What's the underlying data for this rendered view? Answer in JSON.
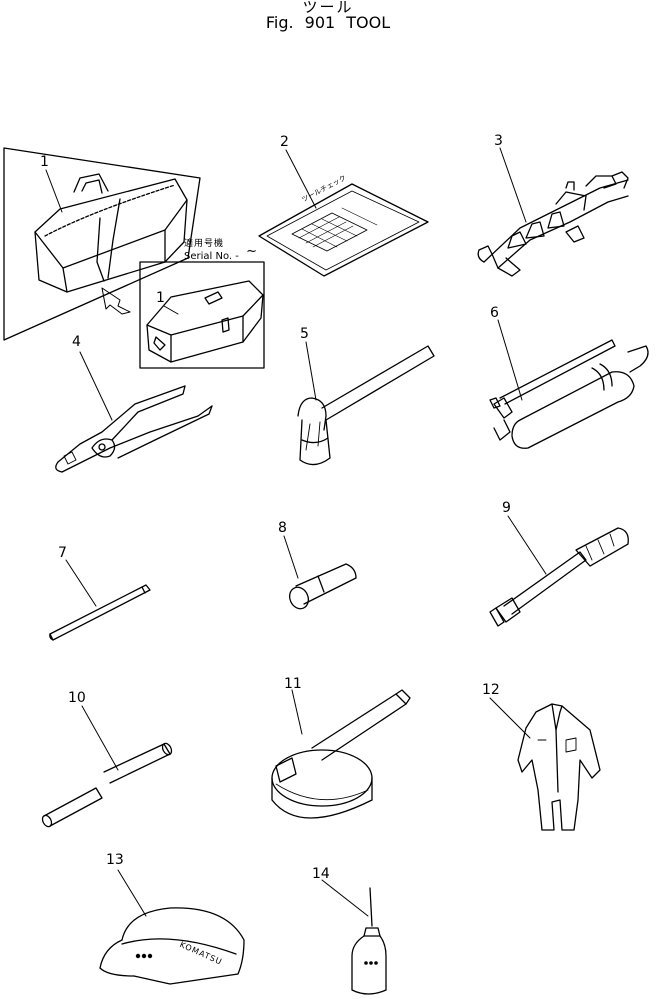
{
  "header": {
    "title_jp": "ツール",
    "fig_label": "Fig. 901",
    "title": "TOOL"
  },
  "serial_note": {
    "jp": "適用号機",
    "label": "Serial No. -",
    "tilde": "~"
  },
  "parts": [
    {
      "number": "1",
      "item": "tool-bag"
    },
    {
      "number": "1",
      "item": "tool-box"
    },
    {
      "number": "2",
      "item": "tool-list-sheet"
    },
    {
      "number": "3",
      "item": "wrench-set"
    },
    {
      "number": "4",
      "item": "pliers"
    },
    {
      "number": "5",
      "item": "hammer"
    },
    {
      "number": "6",
      "item": "grease-gun"
    },
    {
      "number": "7",
      "item": "bar"
    },
    {
      "number": "8",
      "item": "socket"
    },
    {
      "number": "9",
      "item": "extension-handle"
    },
    {
      "number": "10",
      "item": "pipe"
    },
    {
      "number": "11",
      "item": "filter-wrench"
    },
    {
      "number": "12",
      "item": "coverall"
    },
    {
      "number": "13",
      "item": "cap"
    },
    {
      "number": "14",
      "item": "oiler"
    }
  ],
  "sheet_text": "ツールチェック",
  "cap_text": "KOMATSU"
}
